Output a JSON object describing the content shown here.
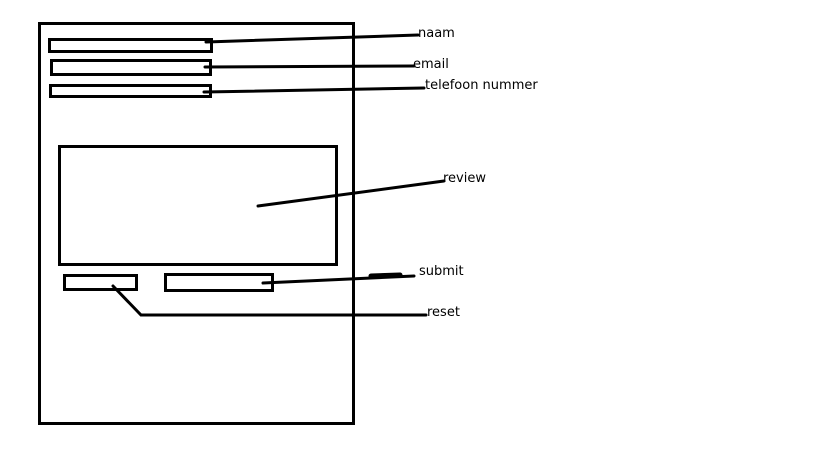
{
  "wireframe": {
    "fields": {
      "name": "naam",
      "email": "email",
      "phone": "telefoon nummer"
    },
    "review_label": "review",
    "submit_label": "submit",
    "reset_label": "reset",
    "stroke_color": "#000000",
    "background_color": "#ffffff"
  }
}
